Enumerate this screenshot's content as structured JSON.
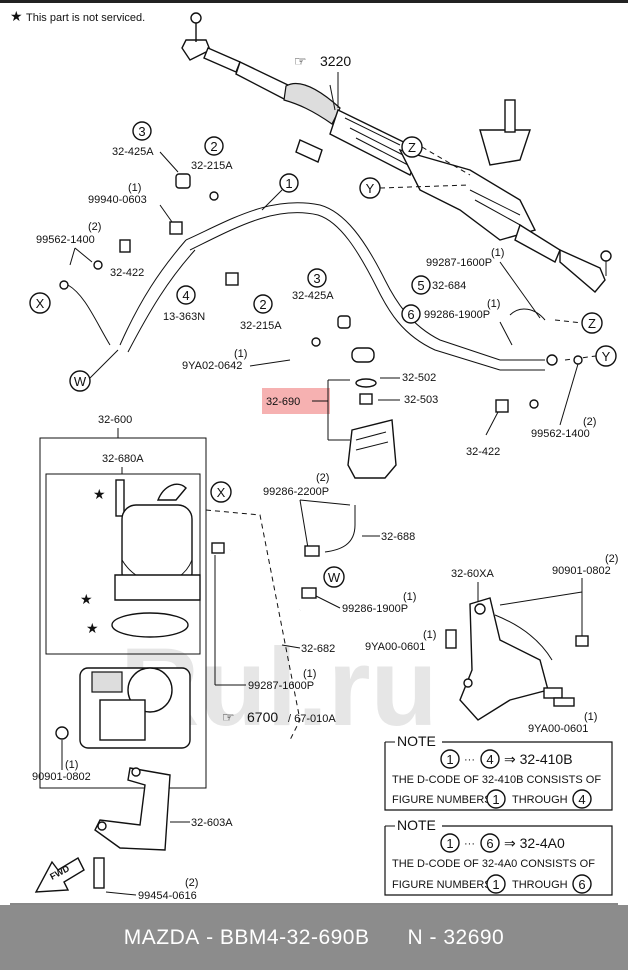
{
  "legend": {
    "star_note": "This part is not serviced."
  },
  "refs": {
    "ref_3220": "3220",
    "ref_6700": "6700",
    "ref_67010a": "/ 67-010A"
  },
  "labels": {
    "l_32425a_top": "32-425A",
    "l_32215a_top": "32-215A",
    "l_99940": "99940-0603",
    "l_99940_qty": "(1)",
    "l_99562_left": "99562-1400",
    "l_99562_left_qty": "(2)",
    "l_32422_left": "32-422",
    "l_13363n": "13-363N",
    "l_32425a_mid": "32-425A",
    "l_32215a_mid": "32-215A",
    "l_9ya02": "9YA02-0642",
    "l_9ya02_qty": "(1)",
    "l_32690": "32-690",
    "l_32502": "32-502",
    "l_32503": "32-503",
    "l_32684": "32-684",
    "l_99287_top": "99287-1600P",
    "l_99287_top_qty": "(1)",
    "l_99286_1900_top": "99286-1900P",
    "l_99286_1900_top_qty": "(1)",
    "l_99562_right": "99562-1400",
    "l_99562_right_qty": "(2)",
    "l_32422_right": "32-422",
    "l_32600": "32-600",
    "l_32680a": "32-680A",
    "l_99286_2200": "99286-2200P",
    "l_99286_2200_qty": "(2)",
    "l_32688": "32-688",
    "l_99286_1900_bot": "99286-1900P",
    "l_99286_1900_bot_qty": "(1)",
    "l_32682": "32-682",
    "l_99287_bot": "99287-1600P",
    "l_99287_bot_qty": "(1)",
    "l_9090_left": "90901-0802",
    "l_9090_left_qty": "(1)",
    "l_32603a": "32-603A",
    "l_99454": "99454-0616",
    "l_99454_qty": "(2)",
    "l_3260xa": "32-60XA",
    "l_9090_right": "90901-0802",
    "l_9090_right_qty": "(2)",
    "l_9ya00_top": "9YA00-0601",
    "l_9ya00_top_qty": "(1)",
    "l_9ya00_bot": "9YA00-0601",
    "l_9ya00_bot_qty": "(1)",
    "fwd": "FWD"
  },
  "circles": {
    "c1": "1",
    "c2_top": "2",
    "c3_top": "3",
    "c4": "4",
    "c2_mid": "2",
    "c3_mid": "3",
    "c5": "5",
    "c6": "6",
    "X_left": "X",
    "W_left": "W",
    "Y_top": "Y",
    "Z_top": "Z",
    "Z_right": "Z",
    "Y_right": "Y",
    "X_mid": "X",
    "W_mid": "W"
  },
  "note1": {
    "header": "NOTE",
    "range_from": "1",
    "range_to": "4",
    "arrow_text": "⇒ 32-410B",
    "line2": "THE D-CODE OF  32-410B  CONSISTS OF",
    "line3_a": "FIGURE NUMBERS",
    "line3_n1": "1",
    "line3_b": "THROUGH",
    "line3_n2": "4"
  },
  "note2": {
    "header": "NOTE",
    "range_from": "1",
    "range_to": "6",
    "arrow_text": "⇒ 32-4A0",
    "line2": "THE D-CODE OF  32-4A0  CONSISTS OF",
    "line3_a": "FIGURE NUMBERS",
    "line3_n1": "1",
    "line3_b": "THROUGH",
    "line3_n2": "6"
  },
  "watermark": "Rul.ru",
  "footer": {
    "brand": "MAZDA",
    "part_number": "BBM4-32-690B",
    "ref": "N - 32690"
  },
  "colors": {
    "highlight": "#f4a3a3",
    "footer_bg": "#8c8c8c",
    "ink": "#111111"
  }
}
